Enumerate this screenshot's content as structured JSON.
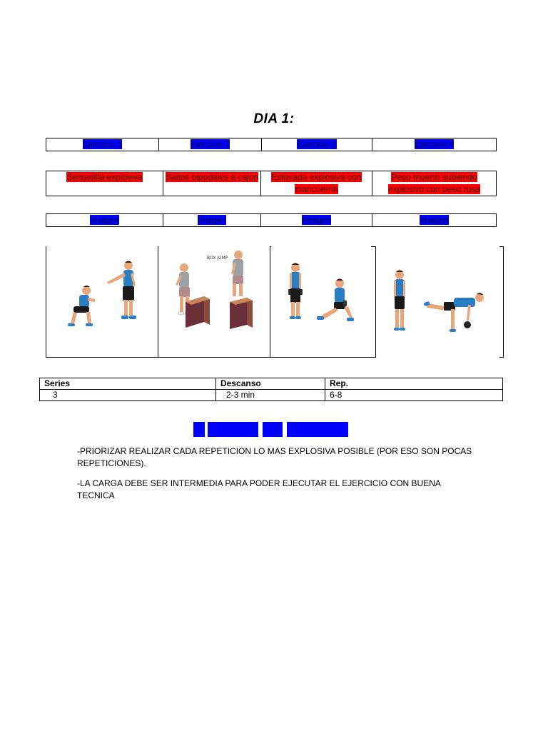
{
  "title": "DIA 1:",
  "headers": [
    "Ejercicio 1",
    "Ejercicio 2",
    "Ejercicio 3",
    "Ejercicio 4"
  ],
  "exercises": [
    "Sentadilla explosiva",
    "Saltos bipodales a cajon",
    "Estocada explosiva con mancuerna",
    "Peso muerto subiendo explosivo con pesa rusa"
  ],
  "image_labels": [
    "Imagen",
    "Imagen",
    "Imagen",
    "Imagen"
  ],
  "figure_images": [
    {
      "icon": "squat-jump-illustration"
    },
    {
      "icon": "box-jump-illustration",
      "caption": "BOX JUMP"
    },
    {
      "icon": "lunge-illustration"
    },
    {
      "icon": "deadlift-illustration"
    }
  ],
  "sets_table": {
    "headers": [
      "Series",
      "Descanso",
      "Rep."
    ],
    "row": [
      "3",
      "2-3 min",
      "6-8"
    ]
  },
  "notes": [
    "-PRIORIZAR REALIZAR CADA REPETICION LO MAS EXPLOSIVA POSIBLE (POR ESO SON POCAS REPETICIONES).",
    "-LA CARGA DEBE SER INTERMEDIA PARA PODER EJECUTAR EL EJERCICIO CON BUENA TECNICA"
  ],
  "colors": {
    "highlight_blue": "#0000ff",
    "highlight_red": "#ff0000",
    "shirt_blue": "#2a7fc4",
    "shorts": "#1a1a1a",
    "skin": "#e8a77a",
    "box": "#6b2f3a"
  }
}
